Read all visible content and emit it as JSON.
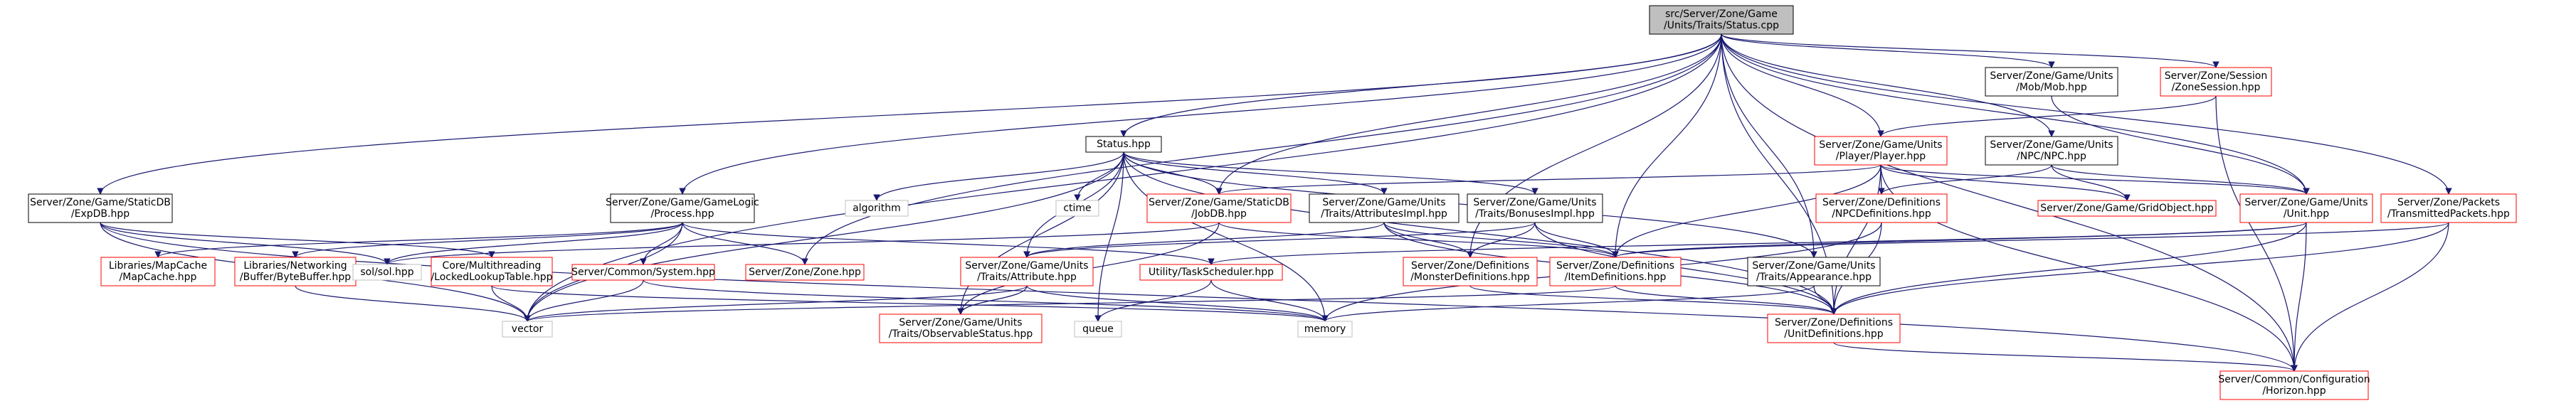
{
  "colors": {
    "background": "#ffffff",
    "edge": "#191970",
    "border_default": "#000000",
    "border_missing": "#ff0000",
    "border_plain": "#bfbfbf",
    "root_fill": "#bfbfbf",
    "text": "#000000"
  },
  "nodes": [
    {
      "id": "root",
      "lines": [
        "src/Server/Zone/Game",
        "/Units/Traits/Status.cpp"
      ],
      "style": "root"
    },
    {
      "id": "expdb",
      "lines": [
        "Server/Zone/Game/StaticDB",
        "/ExpDB.hpp"
      ],
      "style": "default"
    },
    {
      "id": "gamelogic",
      "lines": [
        "Server/Zone/Game/GameLogic",
        "/Process.hpp"
      ],
      "style": "default"
    },
    {
      "id": "status_hpp",
      "lines": [
        "Status.hpp"
      ],
      "style": "default"
    },
    {
      "id": "mob",
      "lines": [
        "Server/Zone/Game/Units",
        "/Mob/Mob.hpp"
      ],
      "style": "default"
    },
    {
      "id": "zonesession",
      "lines": [
        "Server/Zone/Session",
        "/ZoneSession.hpp"
      ],
      "style": "missing"
    },
    {
      "id": "player",
      "lines": [
        "Server/Zone/Game/Units",
        "/Player/Player.hpp"
      ],
      "style": "missing"
    },
    {
      "id": "npc",
      "lines": [
        "Server/Zone/Game/Units",
        "/NPC/NPC.hpp"
      ],
      "style": "default"
    },
    {
      "id": "jobdb",
      "lines": [
        "Server/Zone/Game/StaticDB",
        "/JobDB.hpp"
      ],
      "style": "missing"
    },
    {
      "id": "attrimpl",
      "lines": [
        "Server/Zone/Game/Units",
        "/Traits/AttributesImpl.hpp"
      ],
      "style": "default"
    },
    {
      "id": "bonusimpl",
      "lines": [
        "Server/Zone/Game/Units",
        "/Traits/BonusesImpl.hpp"
      ],
      "style": "default"
    },
    {
      "id": "npcdefs",
      "lines": [
        "Server/Zone/Definitions",
        "/NPCDefinitions.hpp"
      ],
      "style": "missing"
    },
    {
      "id": "gridobject",
      "lines": [
        "Server/Zone/Game/GridObject.hpp"
      ],
      "style": "missing"
    },
    {
      "id": "unit",
      "lines": [
        "Server/Zone/Game/Units",
        "/Unit.hpp"
      ],
      "style": "missing"
    },
    {
      "id": "packets",
      "lines": [
        "Server/Zone/Packets",
        "/TransmittedPackets.hpp"
      ],
      "style": "missing"
    },
    {
      "id": "algorithm",
      "lines": [
        "algorithm"
      ],
      "style": "plain"
    },
    {
      "id": "ctime",
      "lines": [
        "ctime"
      ],
      "style": "plain"
    },
    {
      "id": "mapcache",
      "lines": [
        "Libraries/MapCache",
        "/MapCache.hpp"
      ],
      "style": "missing"
    },
    {
      "id": "bytebuffer",
      "lines": [
        "Libraries/Networking",
        "/Buffer/ByteBuffer.hpp"
      ],
      "style": "missing"
    },
    {
      "id": "sol",
      "lines": [
        "sol/sol.hpp"
      ],
      "style": "plain"
    },
    {
      "id": "lookup",
      "lines": [
        "Core/Multithreading",
        "/LockedLookupTable.hpp"
      ],
      "style": "missing"
    },
    {
      "id": "commonsys",
      "lines": [
        "Server/Common/System.hpp"
      ],
      "style": "missing"
    },
    {
      "id": "zonehpp",
      "lines": [
        "Server/Zone/Zone.hpp"
      ],
      "style": "missing"
    },
    {
      "id": "attribute",
      "lines": [
        "Server/Zone/Game/Units",
        "/Traits/Attribute.hpp"
      ],
      "style": "missing"
    },
    {
      "id": "taskscheduler",
      "lines": [
        "Utility/TaskScheduler.hpp"
      ],
      "style": "missing"
    },
    {
      "id": "monsterdefs",
      "lines": [
        "Server/Zone/Definitions",
        "/MonsterDefinitions.hpp"
      ],
      "style": "missing"
    },
    {
      "id": "itemdefs",
      "lines": [
        "Server/Zone/Definitions",
        "/ItemDefinitions.hpp"
      ],
      "style": "missing"
    },
    {
      "id": "appearance",
      "lines": [
        "Server/Zone/Game/Units",
        "/Traits/Appearance.hpp"
      ],
      "style": "default"
    },
    {
      "id": "vector",
      "lines": [
        "vector"
      ],
      "style": "plain"
    },
    {
      "id": "observable",
      "lines": [
        "Server/Zone/Game/Units",
        "/Traits/ObservableStatus.hpp"
      ],
      "style": "missing"
    },
    {
      "id": "queue",
      "lines": [
        "queue"
      ],
      "style": "plain"
    },
    {
      "id": "memory",
      "lines": [
        "memory"
      ],
      "style": "plain"
    },
    {
      "id": "unitdefs",
      "lines": [
        "Server/Zone/Definitions",
        "/UnitDefinitions.hpp"
      ],
      "style": "missing"
    },
    {
      "id": "horizon",
      "lines": [
        "Server/Common/Configuration",
        "/Horizon.hpp"
      ],
      "style": "missing"
    }
  ],
  "edges": [
    [
      "root",
      "expdb"
    ],
    [
      "root",
      "gamelogic"
    ],
    [
      "root",
      "status_hpp"
    ],
    [
      "root",
      "mob"
    ],
    [
      "root",
      "zonesession"
    ],
    [
      "root",
      "player"
    ],
    [
      "root",
      "npc"
    ],
    [
      "root",
      "jobdb"
    ],
    [
      "root",
      "unit"
    ],
    [
      "root",
      "packets"
    ],
    [
      "root",
      "zonehpp"
    ],
    [
      "root",
      "itemdefs"
    ],
    [
      "root",
      "appearance"
    ],
    [
      "root",
      "unitdefs"
    ],
    [
      "root",
      "horizon"
    ],
    [
      "root",
      "vector"
    ],
    [
      "root",
      "monsterdefs"
    ],
    [
      "expdb",
      "sol"
    ],
    [
      "expdb",
      "lookup"
    ],
    [
      "expdb",
      "vector"
    ],
    [
      "expdb",
      "horizon"
    ],
    [
      "gamelogic",
      "mapcache"
    ],
    [
      "gamelogic",
      "bytebuffer"
    ],
    [
      "gamelogic",
      "sol"
    ],
    [
      "gamelogic",
      "commonsys"
    ],
    [
      "gamelogic",
      "zonehpp"
    ],
    [
      "gamelogic",
      "taskscheduler"
    ],
    [
      "gamelogic",
      "vector"
    ],
    [
      "status_hpp",
      "algorithm"
    ],
    [
      "status_hpp",
      "ctime"
    ],
    [
      "status_hpp",
      "jobdb"
    ],
    [
      "status_hpp",
      "attrimpl"
    ],
    [
      "status_hpp",
      "bonusimpl"
    ],
    [
      "status_hpp",
      "attribute"
    ],
    [
      "status_hpp",
      "appearance"
    ],
    [
      "status_hpp",
      "observable"
    ],
    [
      "status_hpp",
      "queue"
    ],
    [
      "status_hpp",
      "memory"
    ],
    [
      "status_hpp",
      "vector"
    ],
    [
      "status_hpp",
      "unitdefs"
    ],
    [
      "mob",
      "unit"
    ],
    [
      "zonesession",
      "player"
    ],
    [
      "zonesession",
      "horizon"
    ],
    [
      "player",
      "npcdefs"
    ],
    [
      "player",
      "gridobject"
    ],
    [
      "player",
      "unit"
    ],
    [
      "player",
      "itemdefs"
    ],
    [
      "player",
      "unitdefs"
    ],
    [
      "player",
      "horizon"
    ],
    [
      "player",
      "jobdb"
    ],
    [
      "npc",
      "npcdefs"
    ],
    [
      "npc",
      "gridobject"
    ],
    [
      "npc",
      "unit"
    ],
    [
      "jobdb",
      "sol"
    ],
    [
      "jobdb",
      "itemdefs"
    ],
    [
      "jobdb",
      "observable"
    ],
    [
      "attrimpl",
      "attribute"
    ],
    [
      "attrimpl",
      "monsterdefs"
    ],
    [
      "attrimpl",
      "itemdefs"
    ],
    [
      "attrimpl",
      "unitdefs"
    ],
    [
      "bonusimpl",
      "attribute"
    ],
    [
      "bonusimpl",
      "monsterdefs"
    ],
    [
      "bonusimpl",
      "unitdefs"
    ],
    [
      "bonusimpl",
      "itemdefs"
    ],
    [
      "npcdefs",
      "memory"
    ],
    [
      "npcdefs",
      "unitdefs"
    ],
    [
      "unit",
      "taskscheduler"
    ],
    [
      "unit",
      "unitdefs"
    ],
    [
      "unit",
      "horizon"
    ],
    [
      "unit",
      "itemdefs"
    ],
    [
      "packets",
      "itemdefs"
    ],
    [
      "packets",
      "unitdefs"
    ],
    [
      "packets",
      "horizon"
    ],
    [
      "bytebuffer",
      "vector"
    ],
    [
      "lookup",
      "vector"
    ],
    [
      "lookup",
      "memory"
    ],
    [
      "commonsys",
      "vector"
    ],
    [
      "commonsys",
      "memory"
    ],
    [
      "attribute",
      "observable"
    ],
    [
      "attribute",
      "memory"
    ],
    [
      "attribute",
      "vector"
    ],
    [
      "taskscheduler",
      "queue"
    ],
    [
      "taskscheduler",
      "memory"
    ],
    [
      "monsterdefs",
      "unitdefs"
    ],
    [
      "itemdefs",
      "unitdefs"
    ],
    [
      "itemdefs",
      "vector"
    ],
    [
      "appearance",
      "unitdefs"
    ],
    [
      "appearance",
      "memory"
    ],
    [
      "unitdefs",
      "horizon"
    ]
  ]
}
